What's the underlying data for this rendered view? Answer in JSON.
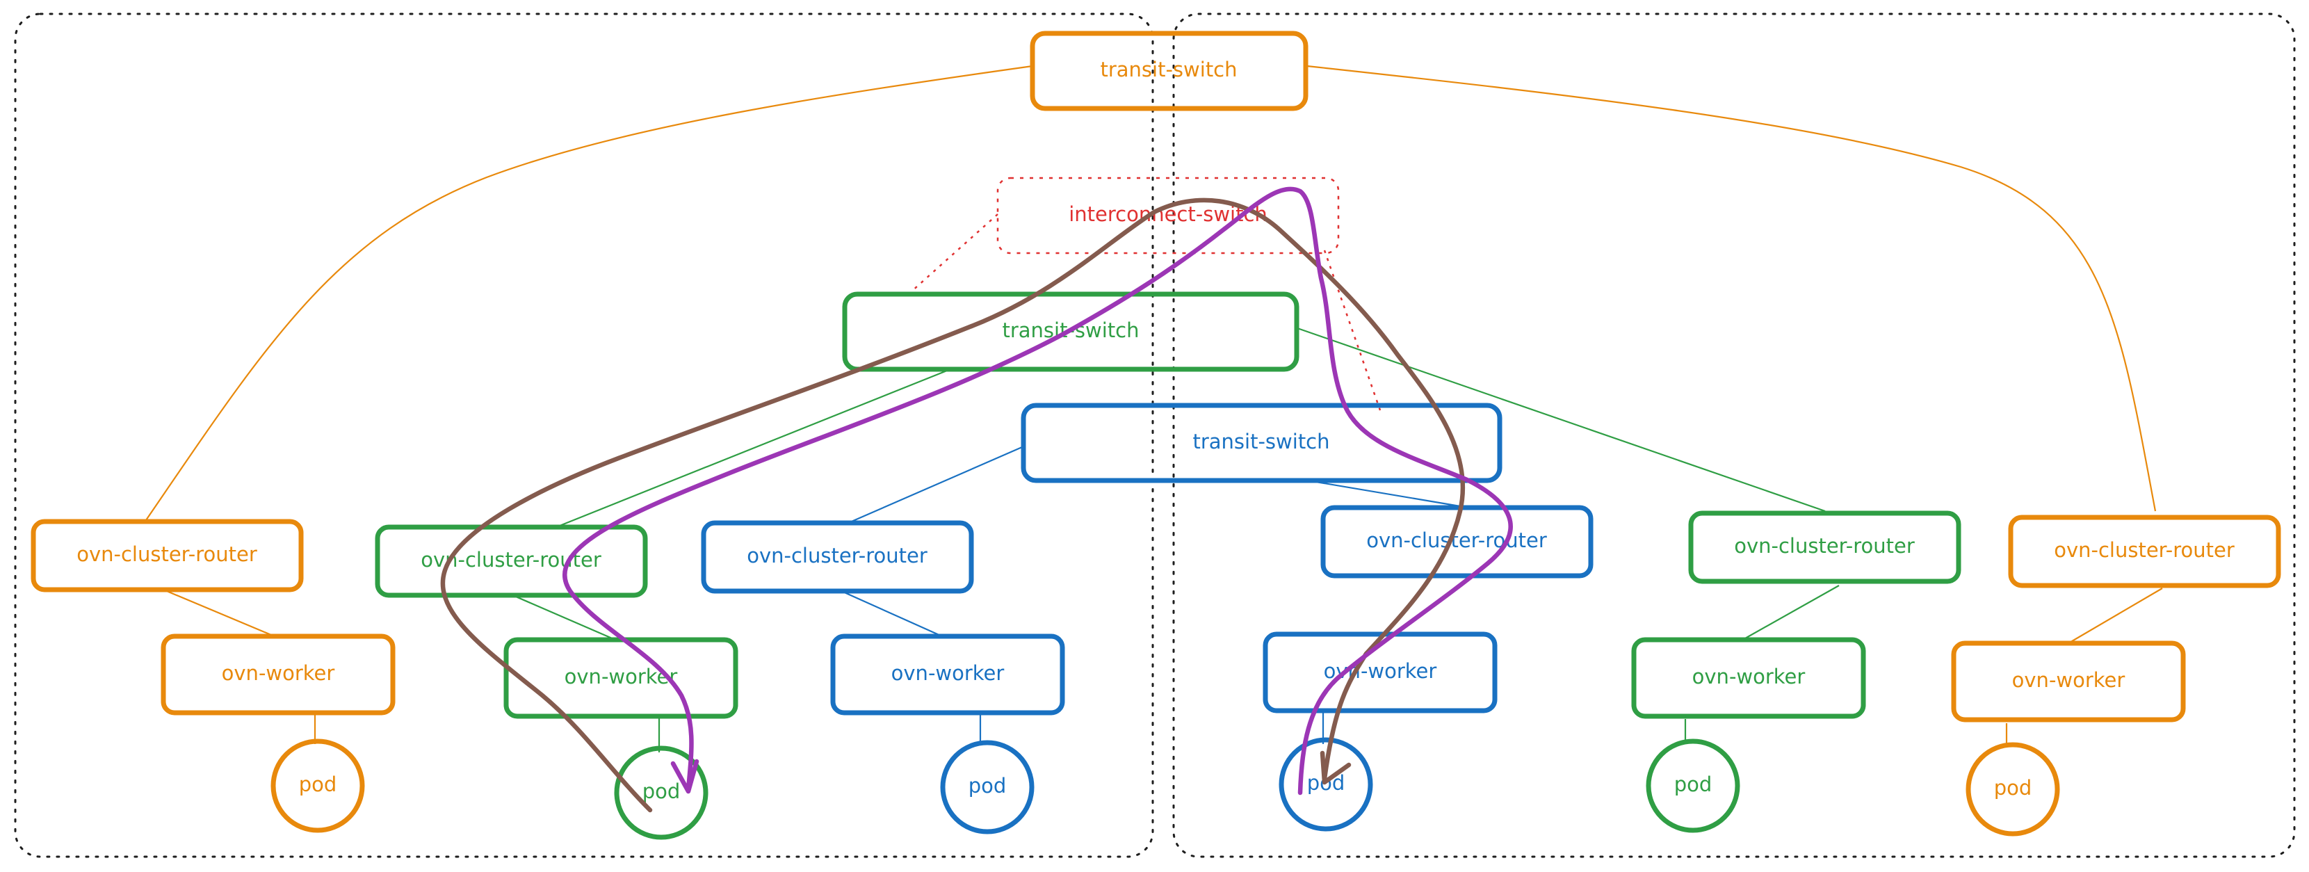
{
  "colors": {
    "orange": "#e8890c",
    "green": "#2f9e44",
    "blue": "#1971c2",
    "red": "#e03131",
    "purple": "#9c36b5",
    "brown": "#845b4e",
    "border": "#1e1e1e"
  },
  "nodes": {
    "transit_switch_orange": "transit-switch",
    "interconnect_switch": "interconnect-switch",
    "transit_switch_green": "transit-switch",
    "transit_switch_blue": "transit-switch",
    "left_router_orange": "ovn-cluster-router",
    "left_router_green": "ovn-cluster-router",
    "left_router_blue": "ovn-cluster-router",
    "right_router_blue": "ovn-cluster-router",
    "right_router_green": "ovn-cluster-router",
    "right_router_orange": "ovn-cluster-router",
    "left_worker_orange": "ovn-worker",
    "left_worker_green": "ovn-worker",
    "left_worker_blue": "ovn-worker",
    "right_worker_blue": "ovn-worker",
    "right_worker_green": "ovn-worker",
    "right_worker_orange": "ovn-worker",
    "left_pod_orange": "pod",
    "left_pod_green": "pod",
    "left_pod_blue": "pod",
    "right_pod_blue": "pod",
    "right_pod_green": "pod",
    "right_pod_orange": "pod"
  }
}
